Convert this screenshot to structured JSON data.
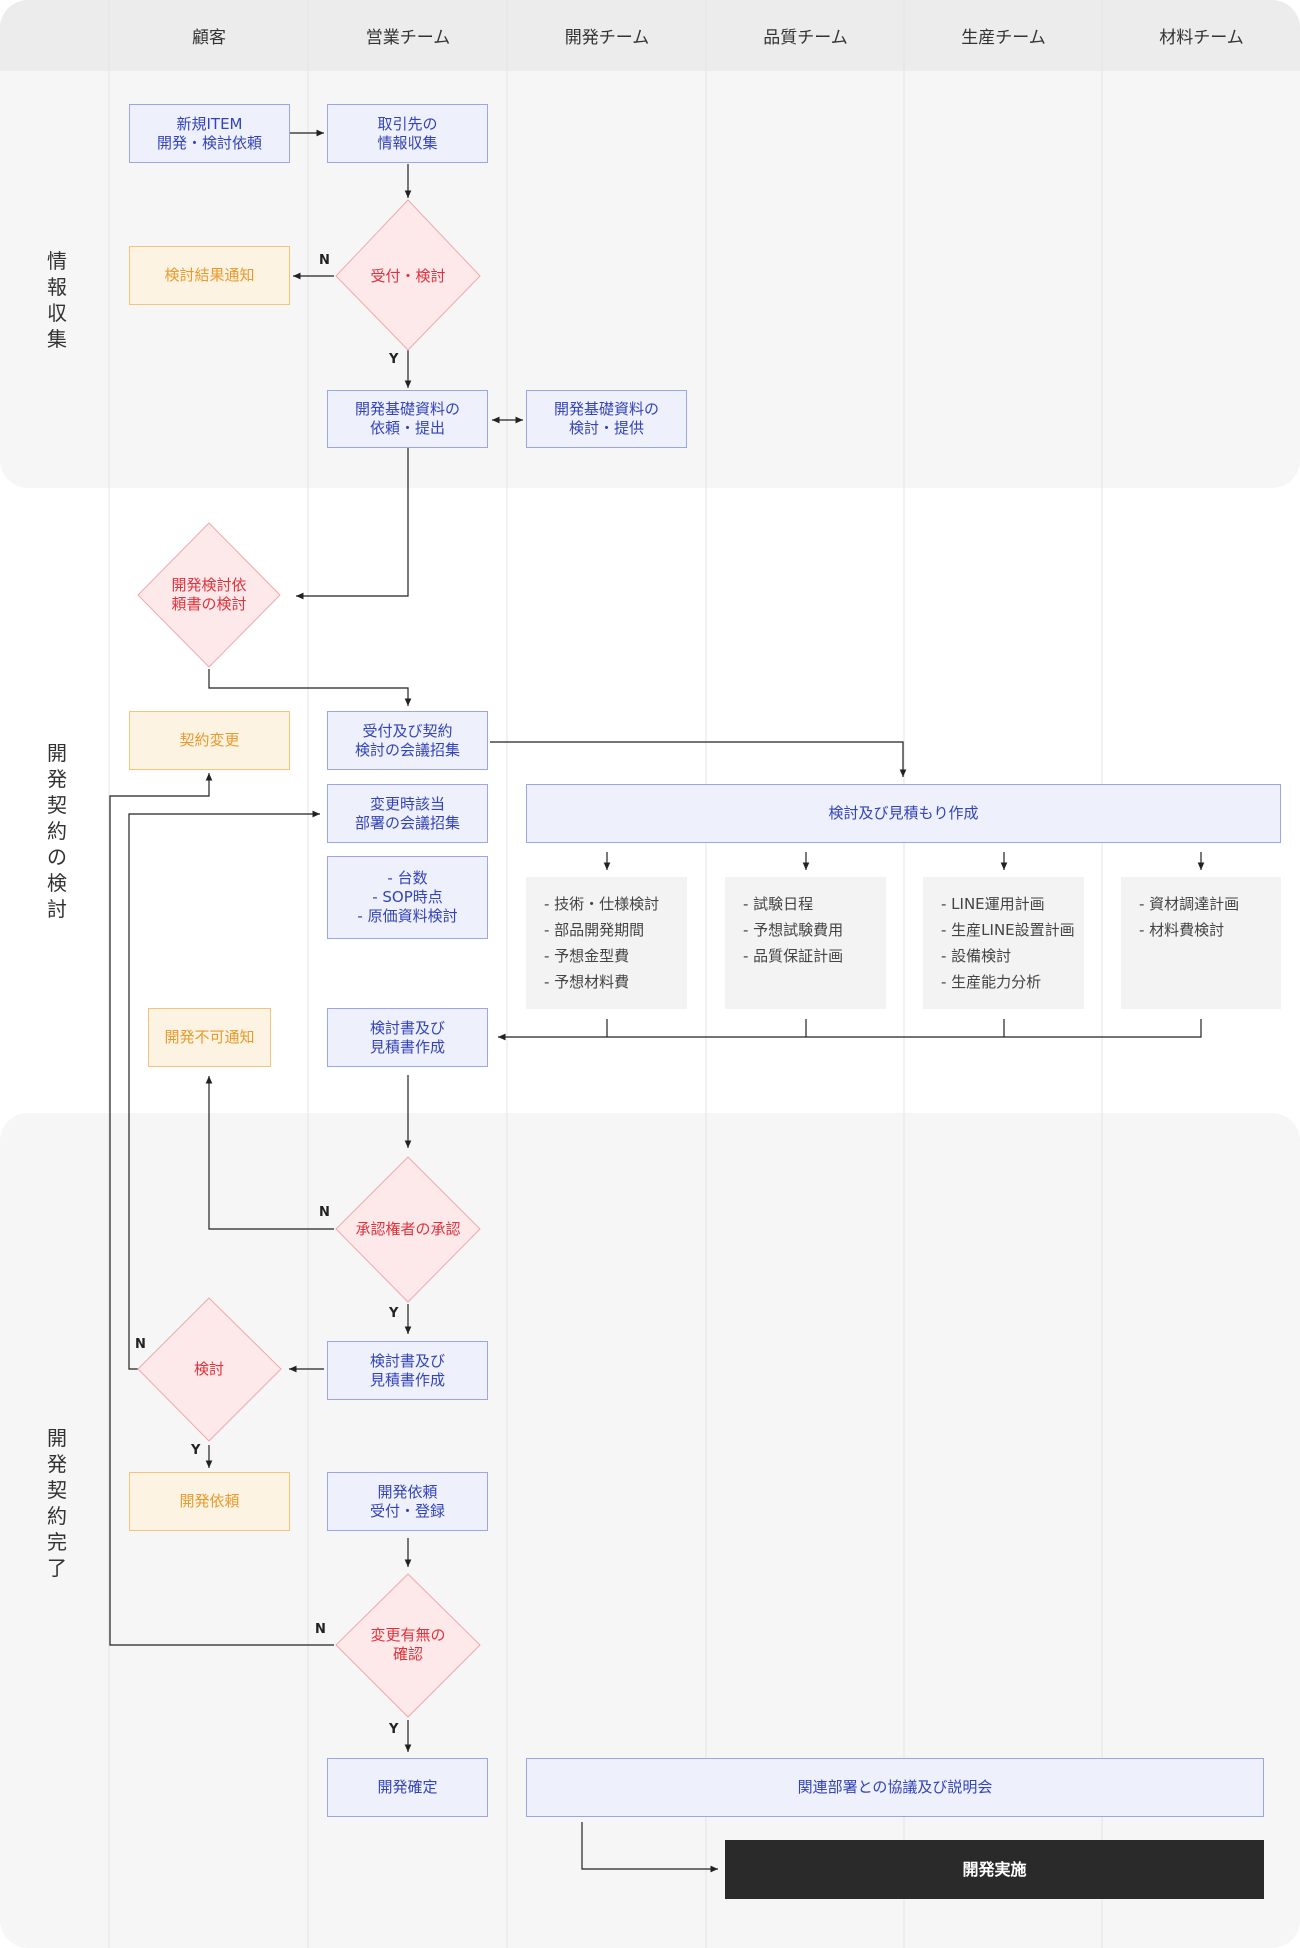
{
  "lanes": [
    "顧客",
    "営業チーム",
    "開発チーム",
    "品質チーム",
    "生産チーム",
    "材料チーム"
  ],
  "phases": [
    "情\n報\n収\n集",
    "開\n発\n契\n約\nの\n検\n討",
    "開\n発\n契\n約\n完\n了"
  ],
  "nodes": {
    "new_item": "新規ITEM\n開発・検討依頼",
    "collect_info": "取引先の\n情報収集",
    "result_notice": "検討結果通知",
    "basic_docs_request": "開発基礎資料の\n依頼・提出",
    "basic_docs_review": "開発基礎資料の\n検討・提供",
    "contract_change": "契約変更",
    "accept_contract": "受付及び契約\n検討の会議招集",
    "change_meeting": "変更時該当\n部署の会議招集",
    "items": "- 台数\n- SOP時点\n- 原価資料検討",
    "estimate_create": "検討及び見積もり作成",
    "dev_list": "- 技術・仕様検討\n- 部品開発期間\n- 予想金型費\n- 予想材料費",
    "quality_list": "- 試験日程\n- 予想試験費用\n- 品質保証計画",
    "production_list": "- LINE運用計画\n- 生産LINE設置計画\n- 設備検討\n- 生産能力分析",
    "material_list": "- 資材調達計画\n- 材料費検討",
    "dev_impossible": "開発不可通知",
    "docs_create_1": "検討書及び\n見積書作成",
    "docs_create_2": "検討書及び\n見積書作成",
    "dev_request": "開発依頼",
    "dev_register": "開発依頼\n受付・登録",
    "dev_confirm": "開発確定",
    "discussion": "関連部署との協議及び説明会",
    "dev_exec": "開発実施"
  },
  "decisions": {
    "accept_review": "受付・検討",
    "request_review": "開発検討依\n頼書の検討",
    "approval": "承認権者の承認",
    "review": "検討",
    "change_check": "変更有無の\n確認"
  },
  "yes_label": "Y",
  "no_label": "N",
  "colors": {
    "blue_fill": "#eef0fb",
    "blue_border": "#9aa6e6",
    "blue_text": "#3344b8",
    "orange_fill": "#fdf3e3",
    "orange_border": "#f3c47a",
    "orange_text": "#e89a2c",
    "diamond_fill": "#fde9ea",
    "diamond_border": "#f0a9ad",
    "diamond_text": "#e0323b",
    "final_fill": "#2a2a2a"
  }
}
